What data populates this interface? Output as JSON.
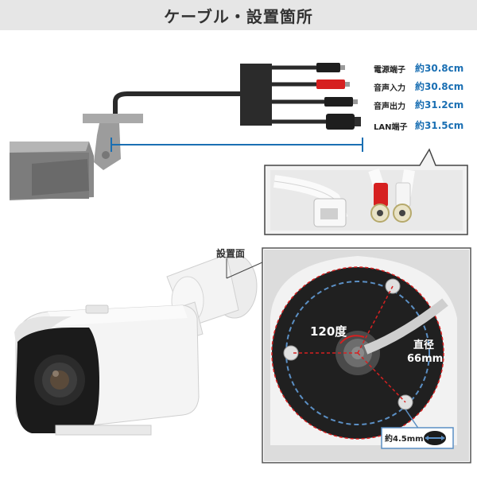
{
  "header": {
    "title": "ケーブル・設置箇所"
  },
  "cables": [
    {
      "name": "電源端子",
      "length": "約30.8cm"
    },
    {
      "name": "音声入力",
      "length": "約30.8cm"
    },
    {
      "name": "音声出力",
      "length": "約31.2cm"
    },
    {
      "name": "LAN端子",
      "length": "約31.5cm"
    }
  ],
  "mount": {
    "label": "設置面",
    "angle": "120度",
    "diameter_line1": "直径",
    "diameter_line2": "66mm",
    "hole": "約4.5mm"
  },
  "colors": {
    "accent": "#1a6fb3",
    "red": "#d62020",
    "dashed_blue": "#5b8fc4"
  }
}
